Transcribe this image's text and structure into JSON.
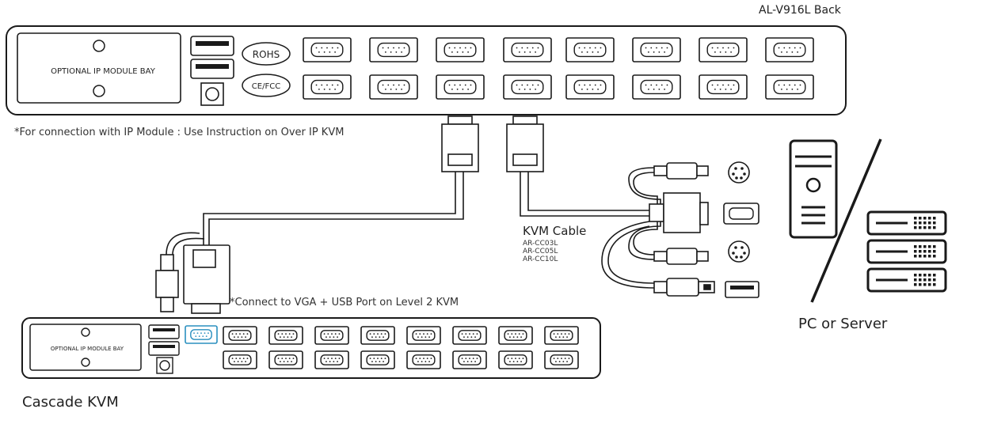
{
  "main_kvm": {
    "title": "AL-V916L Back",
    "bay_label": "OPTIONAL IP MODULE BAY",
    "rohs": "ROHS",
    "cefcc": "CE/FCC",
    "note": "*For connection with IP Module : Use Instruction on Over IP KVM"
  },
  "cascade_kvm": {
    "title": "Cascade KVM",
    "bay_label": "OPTIONAL IP MODULE BAY",
    "note": "*Connect to VGA + USB Port on Level 2 KVM"
  },
  "kvm_cable": {
    "title": "KVM Cable",
    "models": [
      "AR-CC03L",
      "AR-CC05L",
      "AR-CC10L"
    ]
  },
  "pc_server": {
    "title": "PC or Server"
  },
  "colors": {
    "line": "#1a1a1a",
    "highlight_port": "#2a8fbf"
  }
}
